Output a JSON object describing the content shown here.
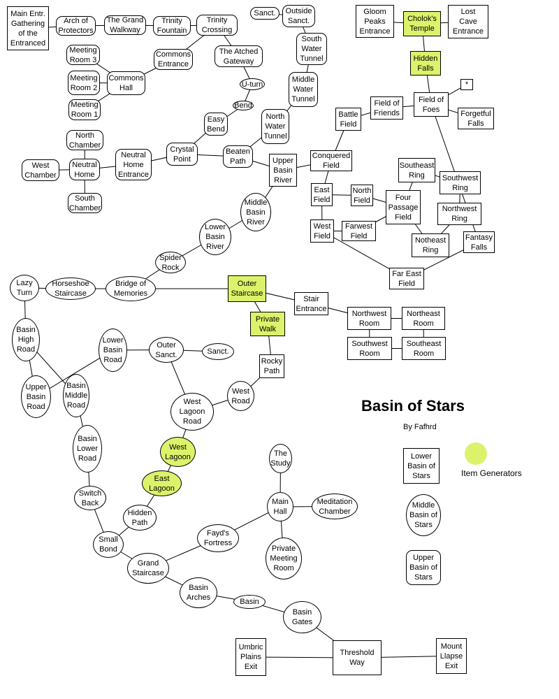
{
  "title": "Basin of Stars",
  "byline": "By Fafhrd",
  "legend": {
    "lower": "Lower\nBasin of\nStars",
    "middle": "Middle\nBasin of\nStars",
    "upper": "Upper\nBasin of\nStars",
    "item_generators": "Item Generators",
    "generator_color": "#dcf26a"
  },
  "nodes": [
    {
      "label": "Main Entr.\nGathering\nof the\nEntranced",
      "shape": "box"
    },
    {
      "label": "Arch of\nProtectors",
      "shape": "rounded"
    },
    {
      "label": "The Grand\nWalkway",
      "shape": "rounded"
    },
    {
      "label": "Trinity\nFountain",
      "shape": "rounded"
    },
    {
      "label": "Trinity\nCrossing",
      "shape": "rounded"
    },
    {
      "label": "Sanct.",
      "shape": "rounded"
    },
    {
      "label": "Outside\nSanct.",
      "shape": "rounded"
    },
    {
      "label": "Meeting\nRoom 3",
      "shape": "rounded"
    },
    {
      "label": "Meeting\nRoom 2",
      "shape": "rounded"
    },
    {
      "label": "Meeting\nRoom 1",
      "shape": "rounded"
    },
    {
      "label": "Commons\nHall",
      "shape": "rounded"
    },
    {
      "label": "Commons\nEntrance",
      "shape": "rounded"
    },
    {
      "label": "The Atched\nGateway",
      "shape": "rounded"
    },
    {
      "label": "South\nWater\nTunnel",
      "shape": "rounded"
    },
    {
      "label": "U-turn",
      "shape": "ellipse"
    },
    {
      "label": "Middle\nWater\nTunnel",
      "shape": "rounded"
    },
    {
      "label": "Bend",
      "shape": "ellipse"
    },
    {
      "label": "Easy\nBend",
      "shape": "rounded"
    },
    {
      "label": "North\nWater\nTunnel",
      "shape": "rounded"
    },
    {
      "label": "North\nChamber",
      "shape": "rounded"
    },
    {
      "label": "West\nChamber",
      "shape": "rounded"
    },
    {
      "label": "Neutral\nHome",
      "shape": "rounded"
    },
    {
      "label": "Neutral\nHome\nEntrance",
      "shape": "rounded"
    },
    {
      "label": "Crystal\nPoint",
      "shape": "rounded"
    },
    {
      "label": "Beaten\nPath",
      "shape": "rounded"
    },
    {
      "label": "Upper\nBasin\nRiver",
      "shape": "box"
    },
    {
      "label": "South\nChamber",
      "shape": "rounded"
    },
    {
      "label": "Middle\nBasin\nRiver",
      "shape": "ellipse"
    },
    {
      "label": "Gloom\nPeaks\nEntrance",
      "shape": "box"
    },
    {
      "label": "Cholok's\nTemple",
      "shape": "box",
      "item_generator": true
    },
    {
      "label": "Lost\nCave\nEntrance",
      "shape": "box"
    },
    {
      "label": "Hidden\nFalls",
      "shape": "box",
      "item_generator": true
    },
    {
      "label": "*",
      "shape": "box"
    },
    {
      "label": "Field of\nFoes",
      "shape": "box"
    },
    {
      "label": "Field of\nFriends",
      "shape": "box"
    },
    {
      "label": "Battle\nField",
      "shape": "box"
    },
    {
      "label": "Forgetful\nFalls",
      "shape": "box"
    },
    {
      "label": "Conquered\nField",
      "shape": "box"
    },
    {
      "label": "Southeast\nRing",
      "shape": "box"
    },
    {
      "label": "Southwest\nRing",
      "shape": "box"
    },
    {
      "label": "East\nField",
      "shape": "box"
    },
    {
      "label": "North\nField",
      "shape": "box"
    },
    {
      "label": "Four\nPassage\nField",
      "shape": "box"
    },
    {
      "label": "Northwest\nRing",
      "shape": "box"
    },
    {
      "label": "West\nField",
      "shape": "box"
    },
    {
      "label": "Farwest\nField",
      "shape": "box"
    },
    {
      "label": "Notheast\nRing",
      "shape": "box"
    },
    {
      "label": "Fantasy\nFalls",
      "shape": "box"
    },
    {
      "label": "Far East\nField",
      "shape": "box"
    },
    {
      "label": "Lower\nBasin\nRiver",
      "shape": "ellipse"
    },
    {
      "label": "Spider\nRock",
      "shape": "ellipse"
    },
    {
      "label": "Lazy\nTurn",
      "shape": "ellipse"
    },
    {
      "label": "Horseshoe\nStaircase",
      "shape": "ellipse"
    },
    {
      "label": "Bridge of\nMemories",
      "shape": "ellipse"
    },
    {
      "label": "Outer\nStaircase",
      "shape": "box",
      "item_generator": true
    },
    {
      "label": "Stair\nEntrance",
      "shape": "box"
    },
    {
      "label": "Private\nWalk",
      "shape": "box",
      "item_generator": true
    },
    {
      "label": "Northwest\nRoom",
      "shape": "box"
    },
    {
      "label": "Northeast\nRoom",
      "shape": "box"
    },
    {
      "label": "Southwest\nRoom",
      "shape": "box"
    },
    {
      "label": "Southeast\nRoom",
      "shape": "box"
    },
    {
      "label": "Basin\nHigh\nRoad",
      "shape": "ellipse"
    },
    {
      "label": "Lower\nBasin\nRoad",
      "shape": "ellipse"
    },
    {
      "label": "Outer\nSanct.",
      "shape": "ellipse"
    },
    {
      "label": "Sanct.",
      "shape": "ellipse"
    },
    {
      "label": "Rocky\nPath",
      "shape": "box"
    },
    {
      "label": "Upper\nBasin\nRoad",
      "shape": "ellipse"
    },
    {
      "label": "Basin\nMiddle\nRoad",
      "shape": "ellipse"
    },
    {
      "label": "West\nRoad",
      "shape": "ellipse"
    },
    {
      "label": "West\nLagoon\nRoad",
      "shape": "ellipse"
    },
    {
      "label": "Basin\nLower\nRoad",
      "shape": "ellipse"
    },
    {
      "label": "West\nLagoon",
      "shape": "ellipse",
      "item_generator": true
    },
    {
      "label": "The\nStudy",
      "shape": "ellipse"
    },
    {
      "label": "East\nLagoon",
      "shape": "ellipse",
      "item_generator": true
    },
    {
      "label": "Main\nHall",
      "shape": "ellipse"
    },
    {
      "label": "Meditation\nChamber",
      "shape": "ellipse"
    },
    {
      "label": "Switch\nBack",
      "shape": "ellipse"
    },
    {
      "label": "Hidden\nPath",
      "shape": "ellipse"
    },
    {
      "label": "Fayd's\nFortress",
      "shape": "ellipse"
    },
    {
      "label": "Small\nBond",
      "shape": "ellipse"
    },
    {
      "label": "Private\nMeeting\nRoom",
      "shape": "ellipse"
    },
    {
      "label": "Grand\nStaircase",
      "shape": "ellipse"
    },
    {
      "label": "Basin\nArches",
      "shape": "ellipse"
    },
    {
      "label": "Basin",
      "shape": "ellipse"
    },
    {
      "label": "Basin\nGates",
      "shape": "ellipse"
    },
    {
      "label": "Umbric\nPlains\nExit",
      "shape": "box"
    },
    {
      "label": "Threshold\nWay",
      "shape": "box"
    },
    {
      "label": "Mount\nLlapse\nExit",
      "shape": "box"
    }
  ],
  "edges": [
    [
      0,
      1
    ],
    [
      1,
      2
    ],
    [
      2,
      3
    ],
    [
      3,
      4
    ],
    [
      4,
      11
    ],
    [
      4,
      12
    ],
    [
      11,
      10
    ],
    [
      10,
      7
    ],
    [
      10,
      8
    ],
    [
      10,
      9
    ],
    [
      12,
      14
    ],
    [
      14,
      16
    ],
    [
      16,
      17
    ],
    [
      17,
      23
    ],
    [
      23,
      22
    ],
    [
      22,
      21
    ],
    [
      21,
      19
    ],
    [
      21,
      20
    ],
    [
      21,
      26
    ],
    [
      23,
      24
    ],
    [
      24,
      18
    ],
    [
      18,
      15
    ],
    [
      15,
      13
    ],
    [
      13,
      6
    ],
    [
      6,
      5
    ],
    [
      24,
      25
    ],
    [
      25,
      37
    ],
    [
      25,
      27
    ],
    [
      27,
      49
    ],
    [
      49,
      50
    ],
    [
      50,
      53
    ],
    [
      53,
      52
    ],
    [
      52,
      51
    ],
    [
      53,
      54
    ],
    [
      54,
      55
    ],
    [
      54,
      56
    ],
    [
      55,
      57
    ],
    [
      57,
      58
    ],
    [
      57,
      59
    ],
    [
      58,
      60
    ],
    [
      59,
      60
    ],
    [
      56,
      65
    ],
    [
      65,
      68
    ],
    [
      68,
      69
    ],
    [
      69,
      63
    ],
    [
      63,
      64
    ],
    [
      63,
      62
    ],
    [
      62,
      66
    ],
    [
      51,
      61
    ],
    [
      61,
      67
    ],
    [
      61,
      66
    ],
    [
      67,
      70
    ],
    [
      70,
      76
    ],
    [
      76,
      79
    ],
    [
      79,
      77
    ],
    [
      77,
      73
    ],
    [
      73,
      71
    ],
    [
      71,
      69
    ],
    [
      79,
      81
    ],
    [
      81,
      78
    ],
    [
      78,
      74
    ],
    [
      74,
      72
    ],
    [
      74,
      75
    ],
    [
      74,
      80
    ],
    [
      81,
      82
    ],
    [
      82,
      83
    ],
    [
      83,
      84
    ],
    [
      84,
      86
    ],
    [
      86,
      85
    ],
    [
      86,
      87
    ],
    [
      29,
      28
    ],
    [
      29,
      30
    ],
    [
      29,
      31
    ],
    [
      31,
      33
    ],
    [
      33,
      32
    ],
    [
      33,
      36
    ],
    [
      33,
      34
    ],
    [
      34,
      35
    ],
    [
      35,
      37
    ],
    [
      37,
      40
    ],
    [
      40,
      41
    ],
    [
      40,
      44
    ],
    [
      44,
      45
    ],
    [
      41,
      42
    ],
    [
      45,
      42
    ],
    [
      42,
      38
    ],
    [
      42,
      46
    ],
    [
      38,
      39
    ],
    [
      39,
      43
    ],
    [
      43,
      46
    ],
    [
      44,
      48
    ],
    [
      48,
      47
    ],
    [
      47,
      33
    ]
  ]
}
